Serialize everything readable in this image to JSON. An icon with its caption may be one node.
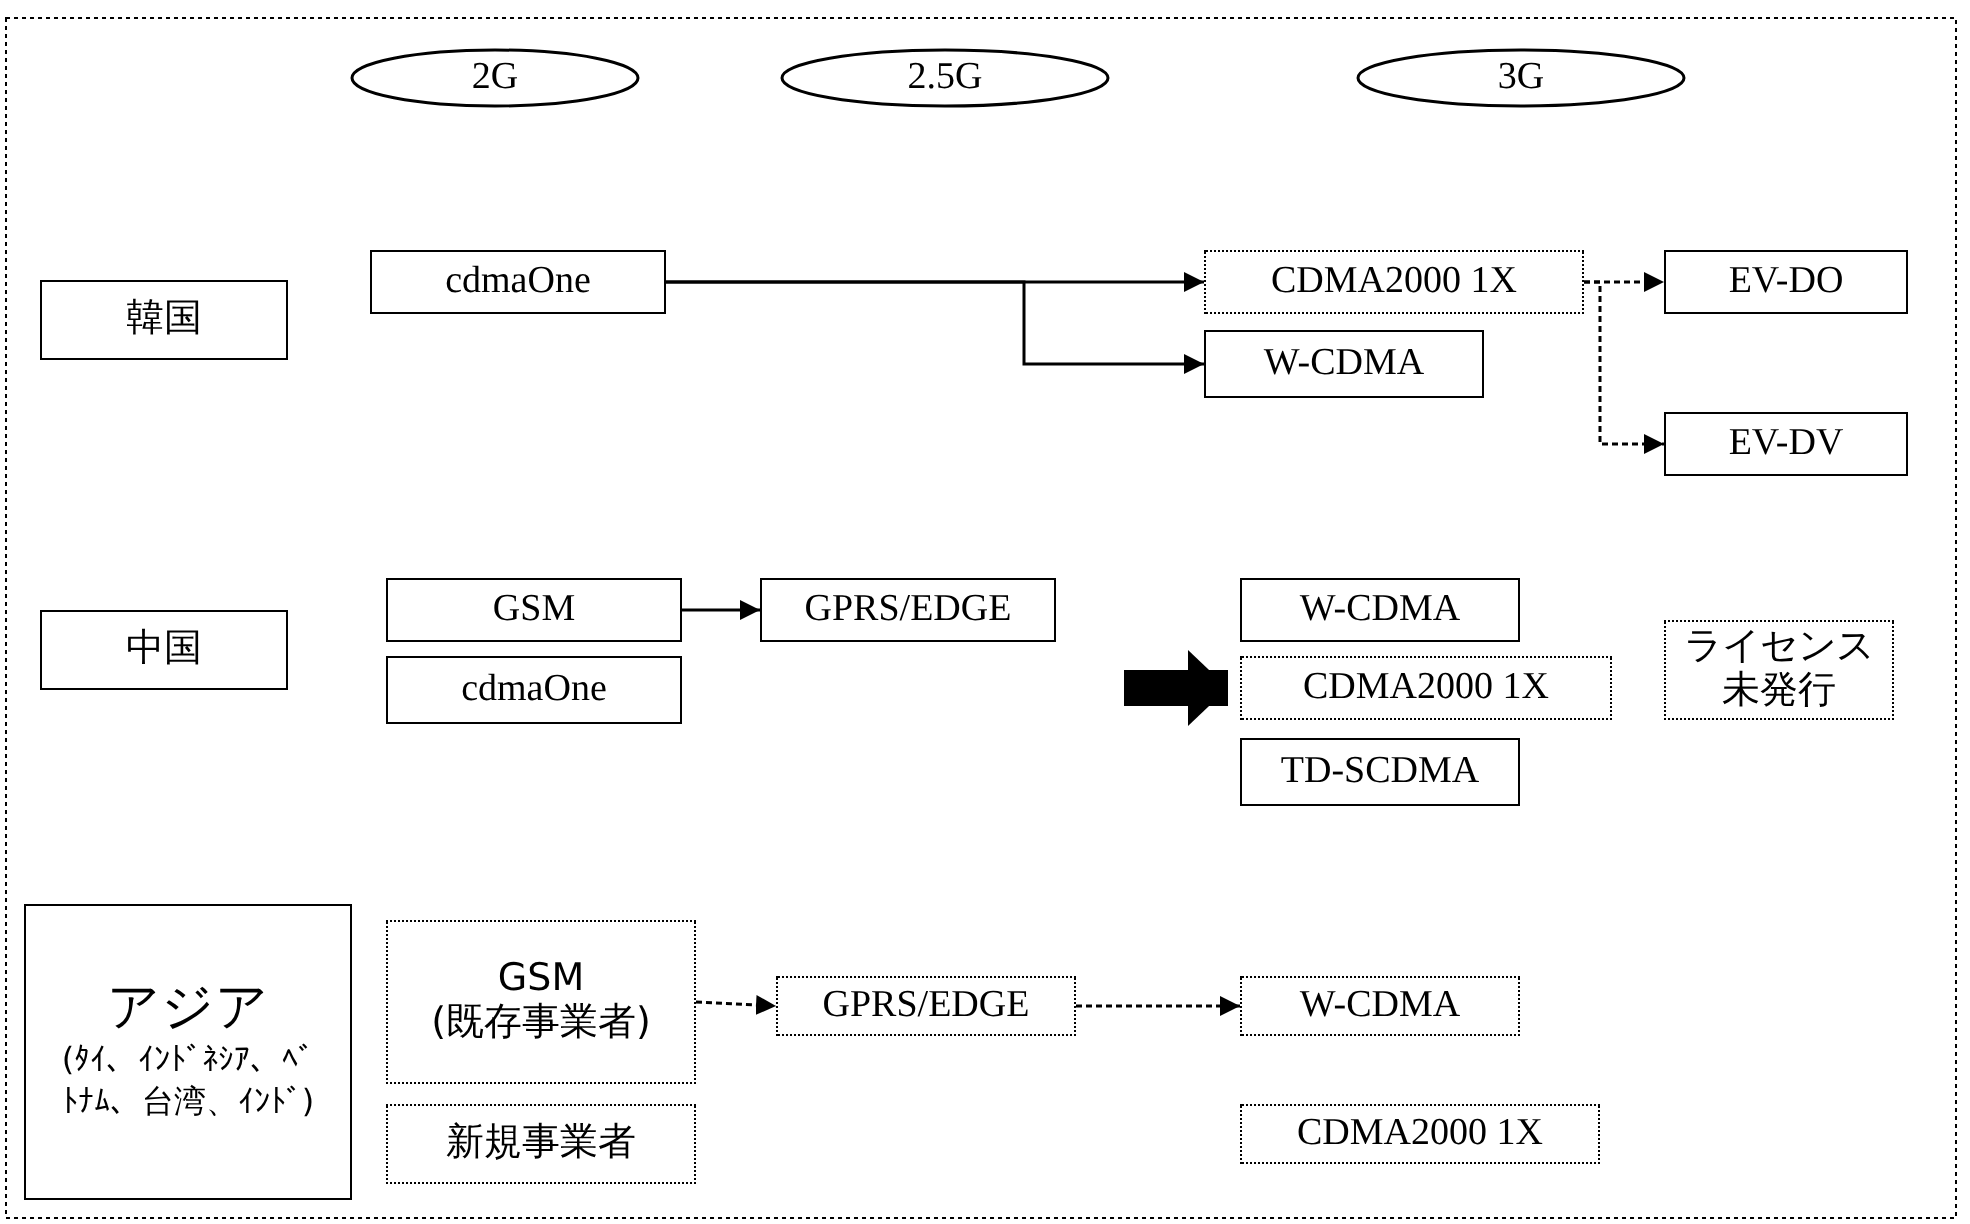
{
  "diagram": {
    "nodes": [
      {
        "text": [
          "2G"
        ]
      },
      {
        "text": [
          "2.5G"
        ]
      },
      {
        "text": [
          "3G"
        ]
      },
      {
        "text": [
          "韓国"
        ]
      },
      {
        "text": [
          "cdmaOne"
        ]
      },
      {
        "text": [
          "CDMA2000 1X"
        ]
      },
      {
        "text": [
          "W-CDMA"
        ]
      },
      {
        "text": [
          "EV-DO"
        ]
      },
      {
        "text": [
          "EV-DV"
        ]
      },
      {
        "text": [
          "中国"
        ]
      },
      {
        "text": [
          "GSM"
        ]
      },
      {
        "text": [
          "cdmaOne"
        ]
      },
      {
        "text": [
          "GPRS/EDGE"
        ]
      },
      {
        "text": [
          "W-CDMA"
        ]
      },
      {
        "text": [
          "CDMA2000 1X"
        ]
      },
      {
        "text": [
          "TD-SCDMA"
        ]
      },
      {
        "text": [
          "ライセンス未発行"
        ]
      },
      {
        "text": [
          "アジア",
          "(ﾀｲ、ｲﾝﾄﾞﾈｼｱ、ﾍﾞﾄﾅﾑ、台湾、ｲﾝﾄﾞ)"
        ]
      },
      {
        "text": [
          "GSM (既存事業者)"
        ]
      },
      {
        "text": [
          "新規事業者"
        ]
      },
      {
        "text": [
          "GPRS/EDGE"
        ]
      },
      {
        "text": [
          "W-CDMA"
        ]
      },
      {
        "text": [
          "CDMA2000 1X"
        ]
      }
    ],
    "edges": [
      {
        "from": 4,
        "to": 5,
        "arrow": "to"
      },
      {
        "from": 4,
        "to": 6,
        "arrow": "to"
      },
      {
        "from": 5,
        "to": 7,
        "arrow": "to",
        "style": "dashed"
      },
      {
        "from": 5,
        "to": 8,
        "arrow": "to",
        "style": "dashed"
      },
      {
        "from": 10,
        "to": 12,
        "arrow": "to"
      },
      {
        "from": null,
        "to": 14,
        "arrow": "to",
        "style": "thick"
      },
      {
        "from": 18,
        "to": 20,
        "arrow": "to",
        "style": "dashed"
      },
      {
        "from": 20,
        "to": 21,
        "arrow": "to",
        "style": "dashed"
      }
    ]
  }
}
